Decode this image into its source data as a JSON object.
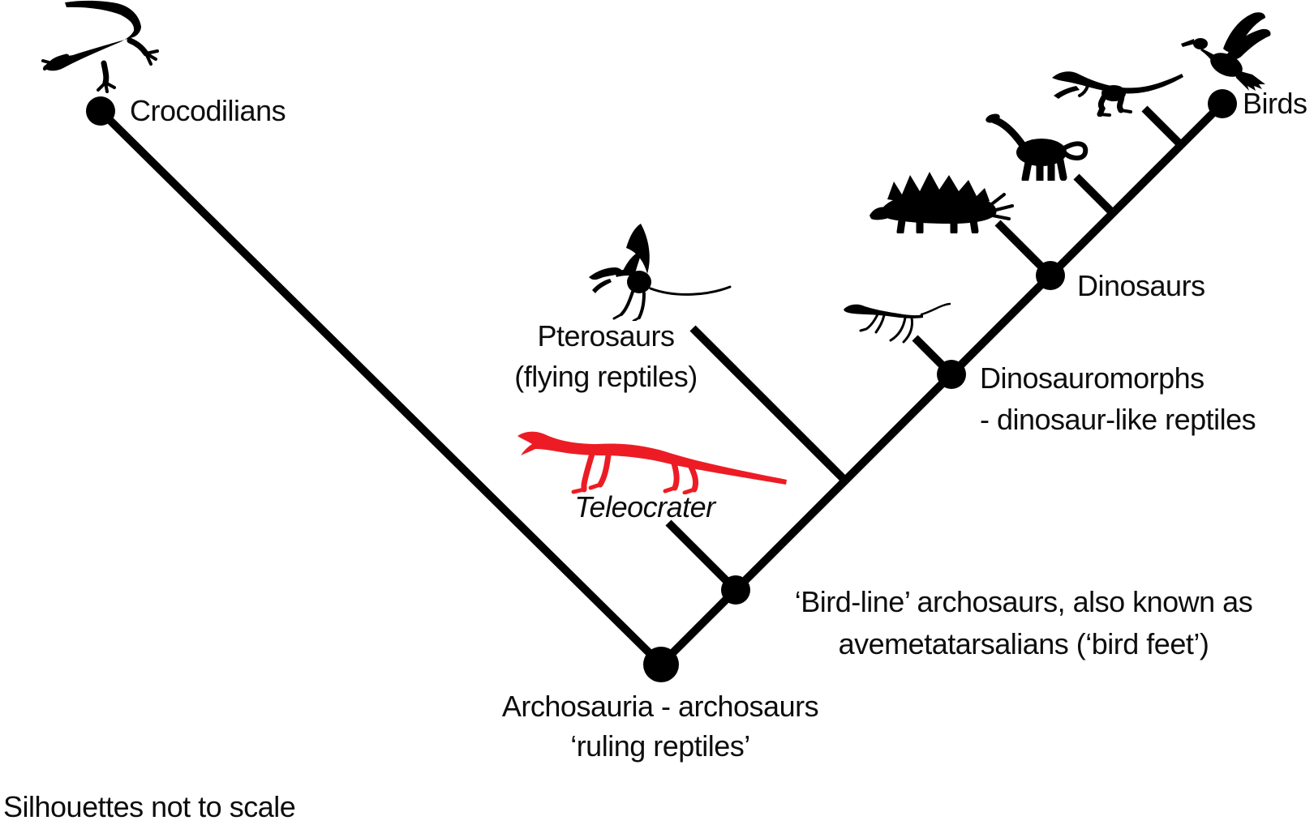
{
  "figure": {
    "type": "cladogram",
    "footnote": "Silhouettes not to scale",
    "colors": {
      "line": "#000000",
      "text": "#0d0d0d",
      "highlight_red": "#ed1c24",
      "background": "#ffffff"
    }
  },
  "labels": {
    "crocodilians": "Crocodilians",
    "pterosaurs_line1": "Pterosaurs",
    "pterosaurs_line2": "(flying reptiles)",
    "teleocrater": "Teleocrater",
    "dinosauromorphs_line1": "Dinosauromorphs",
    "dinosauromorphs_line2": "- dinosaur-like reptiles",
    "dinosaurs": "Dinosaurs",
    "birds": "Birds",
    "birdline_line1": "‘Bird-line’ archosaurs, also known as",
    "birdline_line2": "avemetatarsalians (‘bird feet’)",
    "archosauria_line1": "Archosauria - archosaurs",
    "archosauria_line2": "‘ruling reptiles’",
    "footnote": "Silhouettes not to scale"
  },
  "phylogeny": {
    "root": "Archosauria - archosaurs 'ruling reptiles'",
    "children": [
      {
        "name": "Crocodilians"
      },
      {
        "name": "'Bird-line' archosaurs (avemetatarsalians, 'bird feet')",
        "children": [
          {
            "name": "Teleocrater",
            "highlighted": true
          },
          {
            "name": "Pterosaurs (flying reptiles)"
          },
          {
            "name": "Dinosauromorphs - dinosaur-like reptiles",
            "children": [
              {
                "name": "Dinosaurs",
                "members_shown": [
                  "Stegosaurus",
                  "Sauropod",
                  "Theropod"
                ],
                "children": [
                  {
                    "name": "Birds"
                  }
                ]
              }
            ]
          }
        ]
      }
    ]
  },
  "silhouettes": [
    "crocodile-silhouette",
    "pterosaur-silhouette",
    "teleocrater-silhouette",
    "dinosauromorph-silhouette",
    "stegosaurus-silhouette",
    "sauropod-silhouette",
    "theropod-silhouette",
    "bird-silhouette"
  ]
}
